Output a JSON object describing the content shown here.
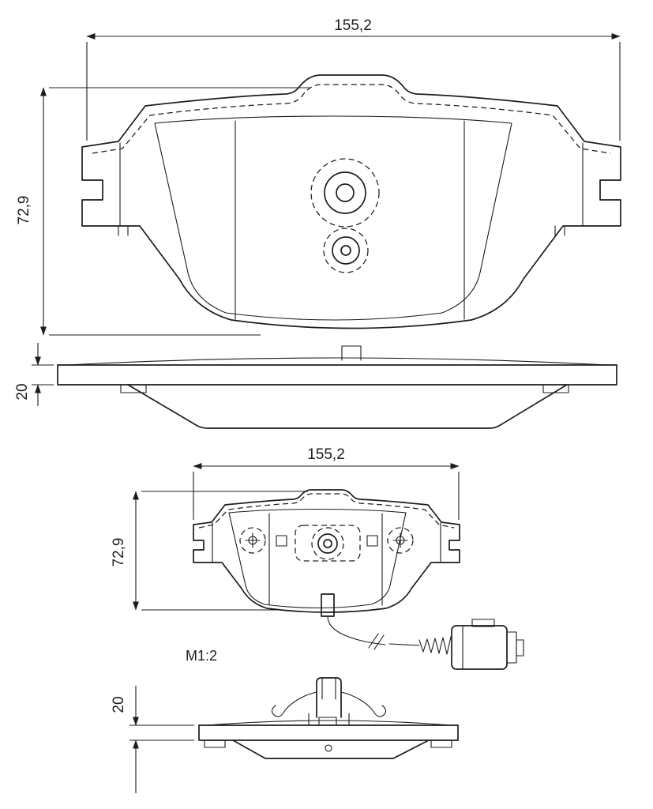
{
  "scale_label": "M1:2",
  "dims": {
    "front_width": "155,2",
    "front_height": "72,9",
    "side_thickness": "20",
    "scaled_width": "155,2",
    "scaled_height": "72,9",
    "scaled_thickness": "20"
  },
  "colors": {
    "line": "#1d1d1b",
    "background": "#ffffff"
  }
}
